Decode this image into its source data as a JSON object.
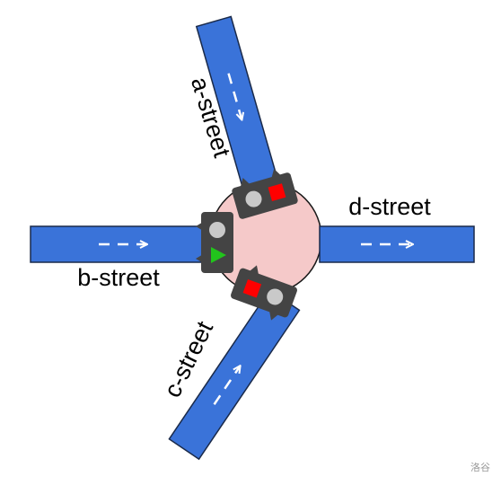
{
  "colors": {
    "street": "#3a73d9",
    "street_border": "#1a2a4a",
    "street_arrow": "#ffffff",
    "intersection": "#f5c9c9",
    "intersection_border": "#1a1a1a",
    "signal_body": "#444444",
    "signal_light_off": "#c9c9c9",
    "signal_red": "#ff0000",
    "signal_green": "#22c41c"
  },
  "streets": {
    "a": {
      "label": "a-street",
      "signal": "red"
    },
    "b": {
      "label": "b-street",
      "signal": "green"
    },
    "c": {
      "label": "c-street",
      "signal": "red"
    },
    "d": {
      "label": "d-street",
      "signal": "none"
    }
  },
  "watermark": "洛谷"
}
